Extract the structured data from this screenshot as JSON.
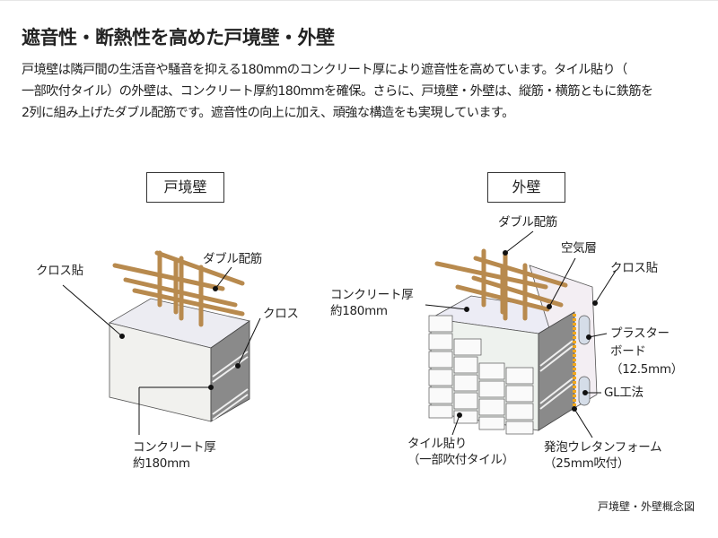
{
  "title": "遮音性・断熱性を高めた戸境壁・外壁",
  "description": [
    "戸境壁は隣戸間の生活音や騒音を抑える180mmのコンクリート厚により遮音性を高めています。タイル貼り（",
    "一部吹付タイル）の外壁は、コンクリート厚約180mmを確保。さらに、戸境壁・外壁は、縦筋・横筋ともに鉄筋を",
    "2列に組み上げたダブル配筋です。遮音性の向上に加え、頑強な構造をも実現しています。"
  ],
  "left_diagram": {
    "heading": "戸境壁",
    "labels": {
      "cloth": "クロス貼",
      "double_rebar": "ダブル配筋",
      "cross": "クロス",
      "concrete_1": "コンクリート厚",
      "concrete_2": "約180mm"
    }
  },
  "right_diagram": {
    "heading": "外壁",
    "labels": {
      "double_rebar": "ダブル配筋",
      "air_layer": "空気層",
      "cloth": "クロス貼",
      "concrete_1": "コンクリート厚",
      "concrete_2": "約180mm",
      "plaster_1": "プラスター",
      "plaster_2": "ボード",
      "plaster_3": "（12.5mm）",
      "gl": "GL工法",
      "tile_1": "タイル貼り",
      "tile_2": "（一部吹付タイル）",
      "foam_1": "発泡ウレタンフォーム",
      "foam_2": "（25mm吹付）"
    }
  },
  "caption": "戸境壁・外壁概念図",
  "colors": {
    "rebar": "#c99a5a",
    "concrete_side": "#8a8a8a",
    "foam": "#f2a81d"
  }
}
